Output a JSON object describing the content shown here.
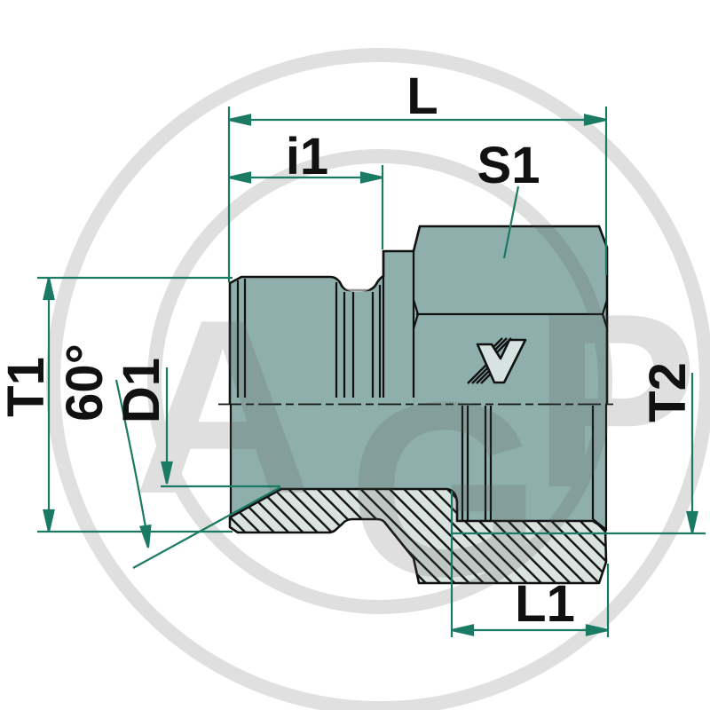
{
  "drawing": {
    "kind": "technical-drawing",
    "labels": {
      "L": "L",
      "i1": "i1",
      "S1": "S1",
      "T1": "T1",
      "angle": "60°",
      "D1": "D1",
      "T2": "T2",
      "L1": "L1"
    },
    "watermark": {
      "text": "AGP"
    },
    "logo": "v-emblem",
    "colors": {
      "dimension_green": "#1b7a64",
      "body_teal": "#8fafac",
      "section_fill": "#d9e3e0",
      "outline_black": "#111111",
      "watermark_gray": "#d6d6d6"
    }
  }
}
